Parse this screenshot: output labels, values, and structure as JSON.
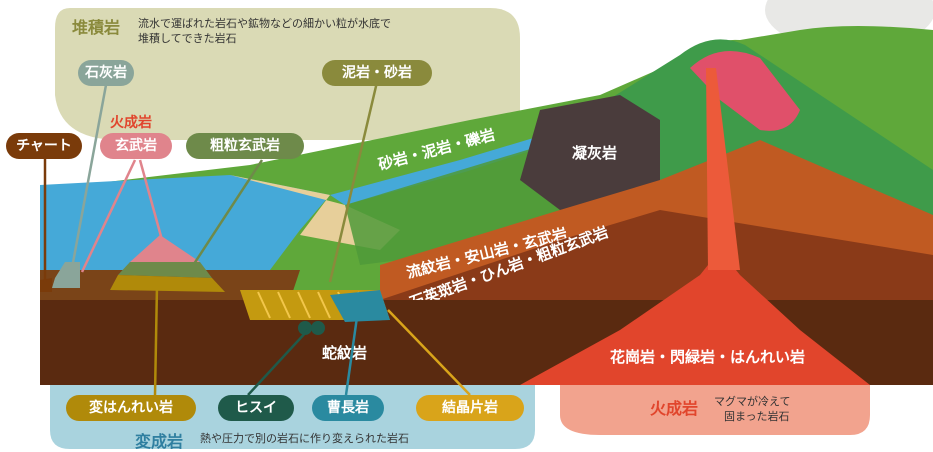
{
  "sedimentary": {
    "title": "堆積岩",
    "desc_line1": "流水で運ばれた岩石や鉱物などの細かい粒が水底で",
    "desc_line2": "堆積してできた岩石",
    "color": "#8a8a3c"
  },
  "igneous": {
    "title": "火成岩",
    "desc_line1": "マグマが冷えて",
    "desc_line2": "固まった岩石",
    "color": "#e1452c"
  },
  "metamorphic": {
    "title": "変成岩",
    "desc": "熱や圧力で別の岩石に作り変えられた岩石",
    "color": "#2f7fa0"
  },
  "labels": {
    "chert": "チャート",
    "limestone": "石灰岩",
    "igneous_small": "火成岩",
    "basalt": "玄武岩",
    "dolerite": "粗粒玄武岩",
    "mudstone_sandstone": "泥岩・砂岩",
    "sandstone_mudstone_conglomerate": "砂岩・泥岩・礫岩",
    "tuff": "凝灰岩",
    "volcanic_rocks": "流紋岩・安山岩・玄武岩",
    "hypabyssal_rocks": "石英斑岩・ひん岩・粗粒玄武岩",
    "serpentinite": "蛇紋岩",
    "plutonic_rocks": "花崗岩・閃緑岩・はんれい岩",
    "metagabbro": "変はんれい岩",
    "jadeite": "ヒスイ",
    "albitite": "曹長岩",
    "schist": "結晶片岩"
  },
  "colors": {
    "chert": "#7a3b0a",
    "limestone": "#8aa59a",
    "basalt": "#e0848c",
    "dolerite": "#6e8a4a",
    "mudstone": "#8a8a3c",
    "metagabbro": "#b08a0a",
    "jadeite": "#1f6a5a",
    "albitite": "#2a8aa0",
    "schist": "#d9a41a",
    "water": "#45a9d8",
    "land": "#5fa83a",
    "magma": "#e1452c",
    "deep": "#5a2a10"
  }
}
